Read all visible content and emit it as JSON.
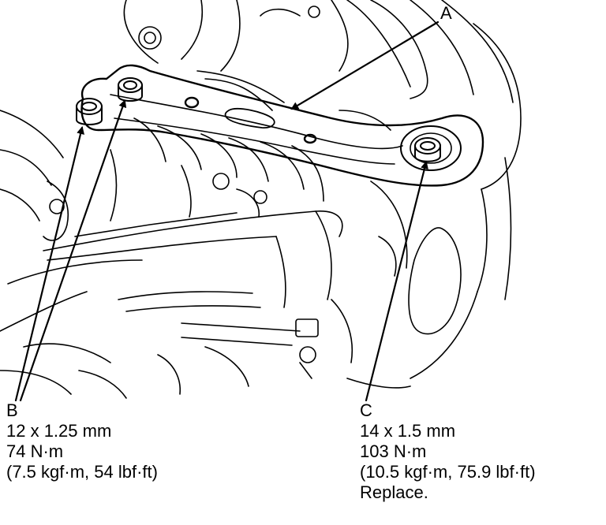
{
  "callouts": {
    "a": {
      "letter": "A"
    },
    "b": {
      "letter": "B",
      "bolt_size": "12 x 1.25 mm",
      "torque_nm": "74 N·m",
      "torque_alt": "(7.5 kgf·m, 54 lbf·ft)"
    },
    "c": {
      "letter": "C",
      "bolt_size": "14 x 1.5 mm",
      "torque_nm": "103 N·m",
      "torque_alt": "(10.5 kgf·m, 75.9 lbf·ft)",
      "note": "Replace."
    }
  },
  "colors": {
    "ink": "#000000",
    "paper": "#ffffff"
  }
}
